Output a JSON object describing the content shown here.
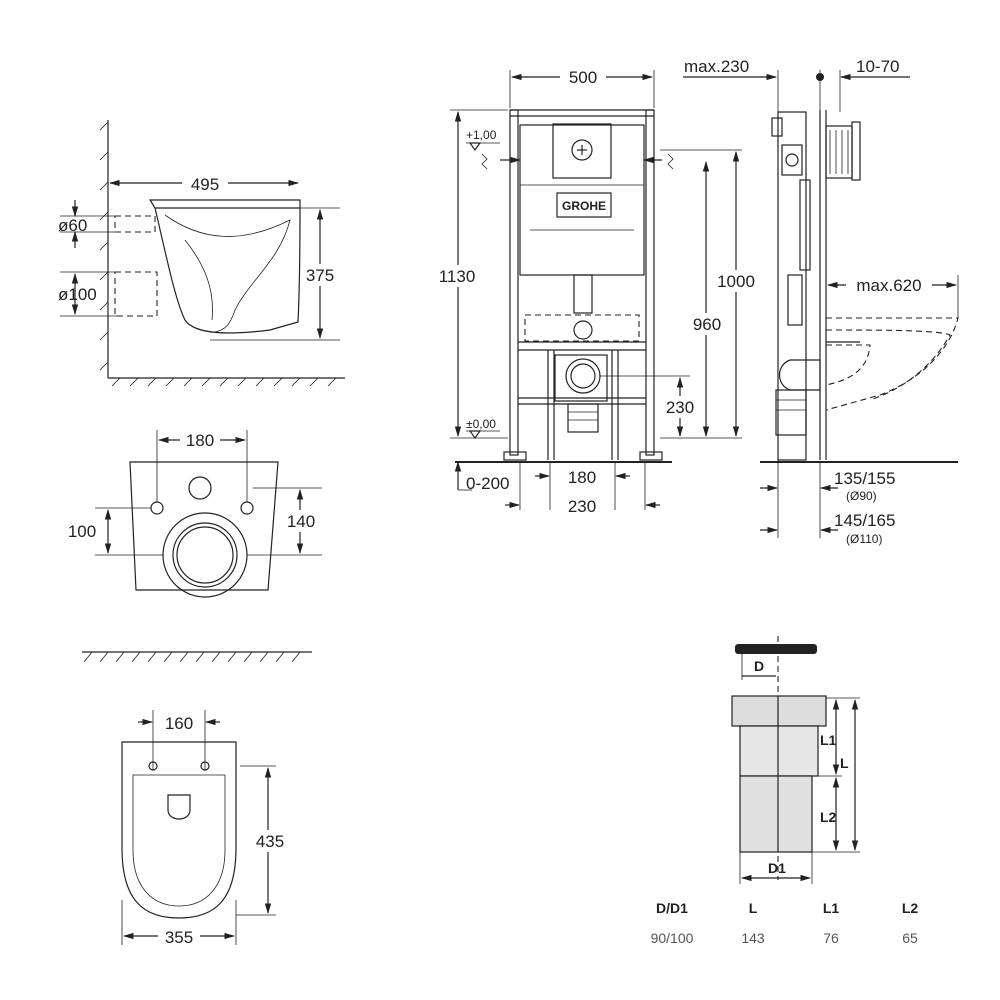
{
  "side_view": {
    "dim_width": "495",
    "dim_height": "375",
    "dim_d60": "ø60",
    "dim_d100": "ø100"
  },
  "back_view": {
    "dim_top": "180",
    "dim_left": "100",
    "dim_right": "140"
  },
  "top_view": {
    "dim_holes": "160",
    "dim_depth": "435",
    "dim_width": "355"
  },
  "frame_front": {
    "dim_width": "500",
    "dim_height_total": "1130",
    "dim_1000": "1000",
    "dim_960": "960",
    "dim_230": "230",
    "dim_180": "180",
    "dim_bottom_230": "230",
    "dim_0_200": "0-200",
    "level_top": "+1,00",
    "level_zero": "±0,00",
    "brand": "GROHE"
  },
  "frame_side": {
    "dim_max230": "max.230",
    "dim_10_70": "10-70",
    "dim_max620": "max.620",
    "dim_135_155": "135/155",
    "dim_d90": "(Ø90)",
    "dim_145_165": "145/165",
    "dim_d110": "(Ø110)"
  },
  "connector": {
    "label_d": "D",
    "label_d1": "D1",
    "label_l": "L",
    "label_l1": "L1",
    "label_l2": "L2",
    "table": {
      "headers": [
        "D/D1",
        "L",
        "L1",
        "L2"
      ],
      "values": [
        "90/100",
        "143",
        "76",
        "65"
      ]
    }
  }
}
